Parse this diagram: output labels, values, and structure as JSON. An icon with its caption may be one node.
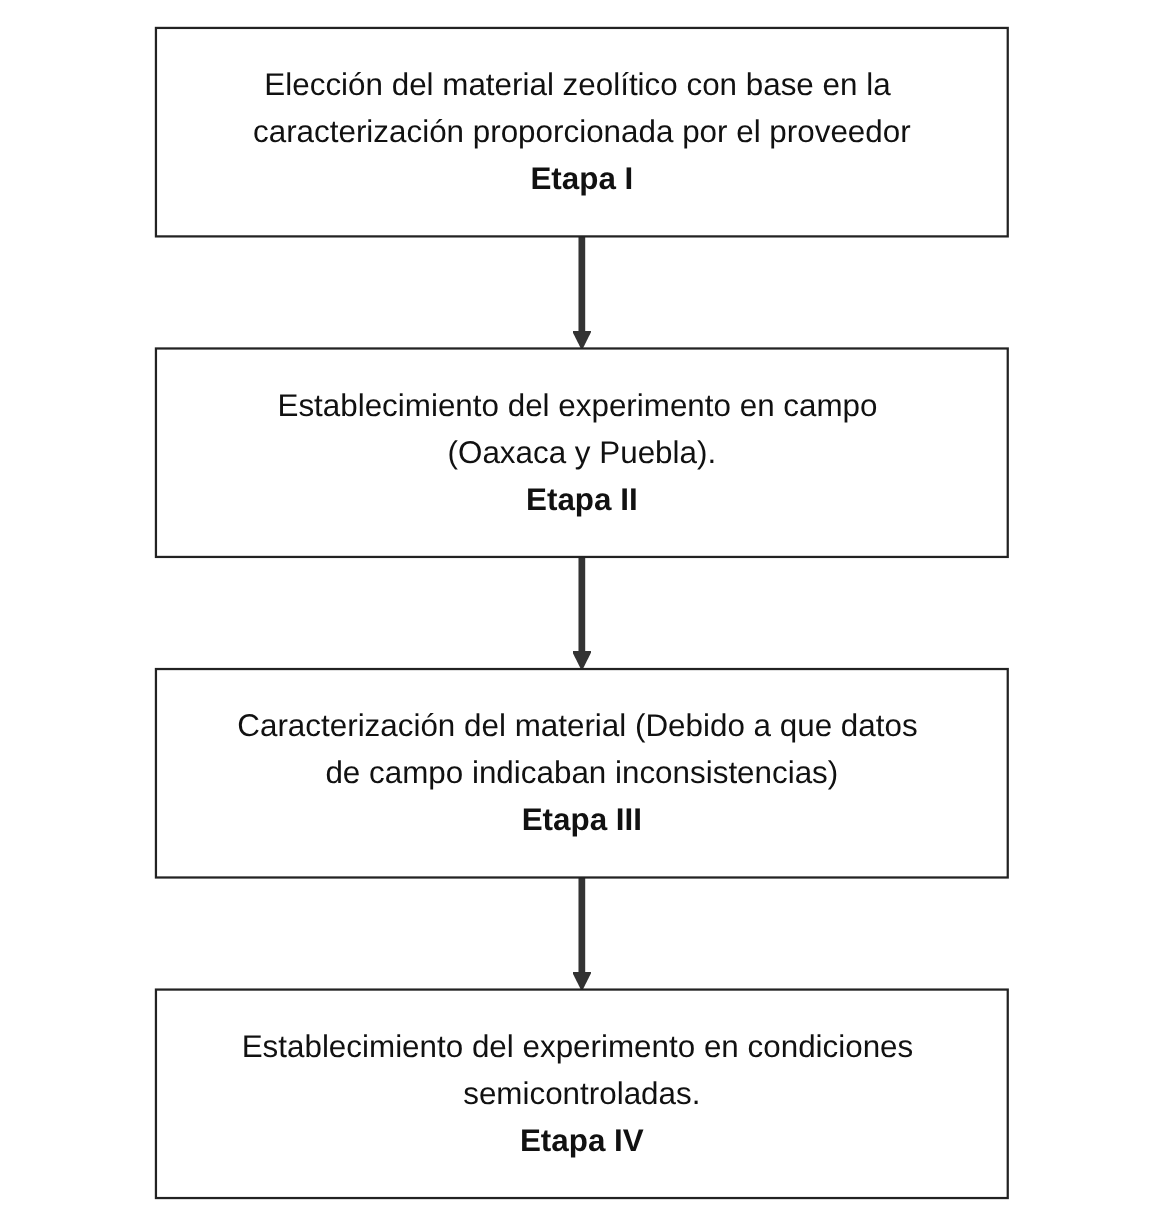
{
  "diagram": {
    "nodes": [
      {
        "text": [
          "Elección del material zeolítico con base en la caracterización proporcionada por el proveedor",
          "Etapa I"
        ]
      },
      {
        "text": [
          "Establecimiento del experimento en campo (Oaxaca y Puebla).",
          "Etapa II"
        ]
      },
      {
        "text": [
          "Caracterización del material (Debido a que datos de campo indicaban inconsistencias)",
          "Etapa III"
        ]
      },
      {
        "text": [
          "Establecimiento del experimento en condiciones semicontroladas.",
          "Etapa IV"
        ]
      }
    ],
    "edges": [
      {
        "from": 0,
        "to": 1,
        "arrow": "to"
      },
      {
        "from": 1,
        "to": 2,
        "arrow": "to"
      },
      {
        "from": 2,
        "to": 3,
        "arrow": "to"
      }
    ]
  }
}
